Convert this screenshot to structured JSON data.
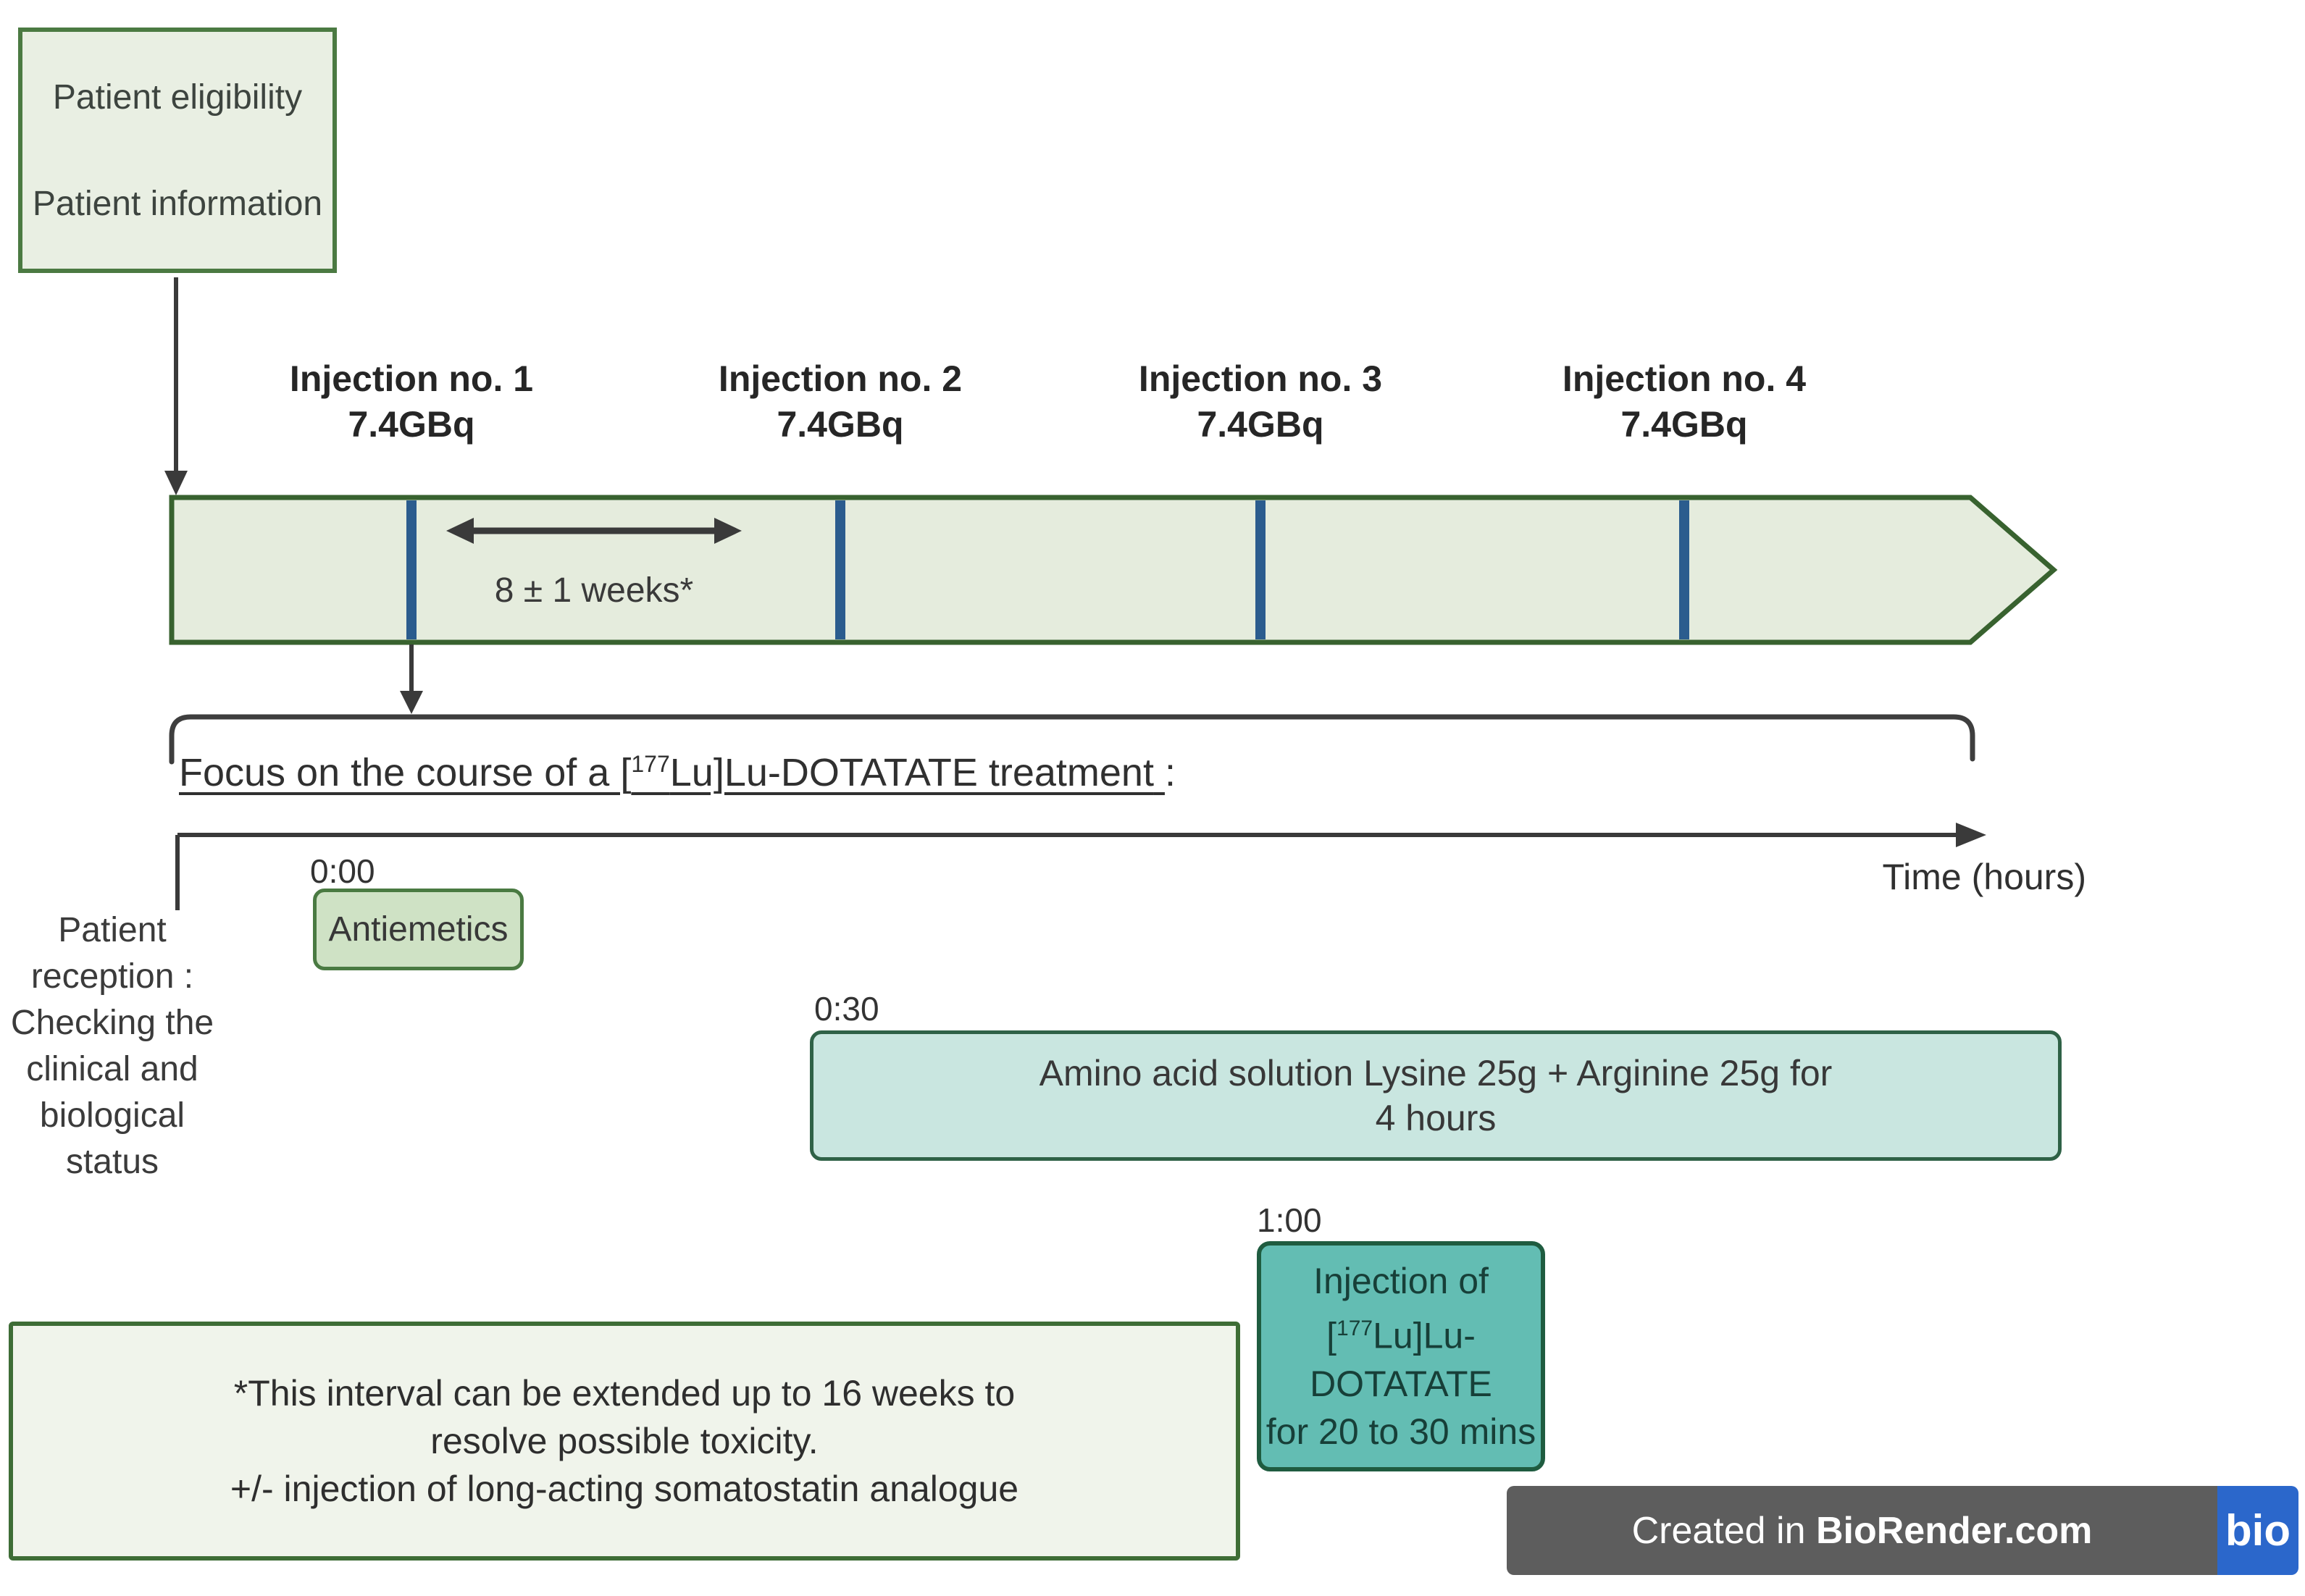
{
  "colors": {
    "box_green_fill": "#e9efe3",
    "green_border": "#4b7a42",
    "band_fill": "#e5ecdd",
    "band_border": "#38622f",
    "tick_blue": "#2b5c8e",
    "antiemetics_fill": "#cfe2c5",
    "amino_fill": "#c9e6e0",
    "radioligand_fill": "#63bdb3",
    "footnote_fill": "#f0f4eb",
    "badge_gray": "#5d5d5d",
    "badge_blue": "#2b67cb"
  },
  "eligibility_box": {
    "line1": "Patient eligibility",
    "line2": "Patient information"
  },
  "injections": [
    {
      "name": "Injection no. 1",
      "dose": "7.4GBq"
    },
    {
      "name": "Injection no. 2",
      "dose": "7.4GBq"
    },
    {
      "name": "Injection no. 3",
      "dose": "7.4GBq"
    },
    {
      "name": "Injection no. 4",
      "dose": "7.4GBq"
    }
  ],
  "interval_label": "8 ± 1 weeks*",
  "focus_heading": {
    "prefix": "Focus on the course of a [",
    "isotope": "177",
    "main": "Lu]Lu-DOTATATE treatment",
    "colon": " :"
  },
  "time_axis_label": "Time (hours)",
  "patient_reception": {
    "lines": [
      "Patient",
      "reception :",
      "Checking the",
      "clinical and",
      "biological status"
    ]
  },
  "events": {
    "antiemetics": {
      "time": "0:00",
      "label": "Antiemetics"
    },
    "amino_acid": {
      "time": "0:30",
      "line1": "Amino acid solution Lysine 25g + Arginine 25g for",
      "line2": "4 hours"
    },
    "radioligand": {
      "time": "1:00",
      "line1": "Injection of",
      "bracket": "[",
      "isotope": "177",
      "line2": "Lu]Lu-DOTATATE",
      "line3": "for 20 to 30 mins"
    }
  },
  "footnote": {
    "lines": [
      "*This interval can be extended up to 16 weeks to",
      "resolve possible toxicity.",
      "+/- injection of long-acting somatostatin analogue"
    ]
  },
  "credit": {
    "prefix": "Created in ",
    "brand": "BioRender.com",
    "logo": "bio"
  }
}
